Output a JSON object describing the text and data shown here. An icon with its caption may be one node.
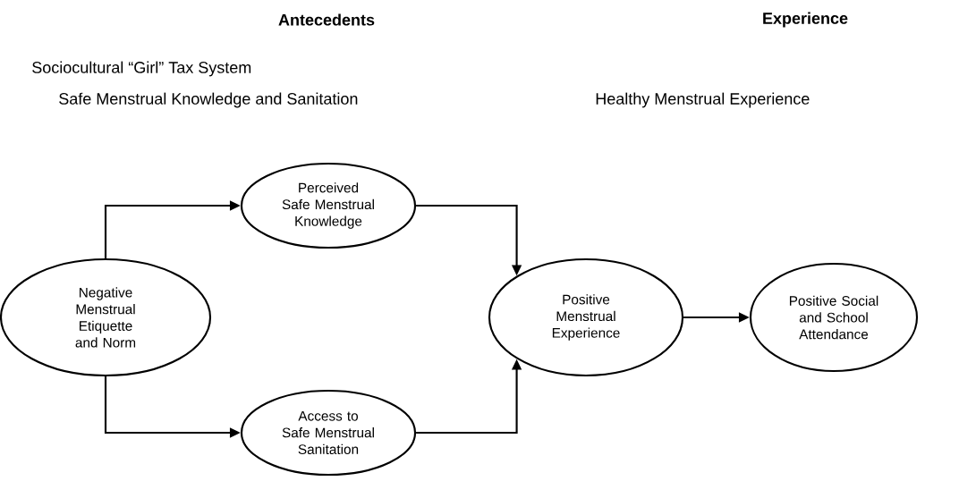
{
  "diagram": {
    "nodes": [
      {
        "text": [
          "Negative Menstrual Etiquette and Norm"
        ]
      },
      {
        "text": [
          "Perceived Safe Menstrual Knowledge"
        ]
      },
      {
        "text": [
          "Access to Safe Menstrual Sanitation"
        ]
      },
      {
        "text": [
          "Positive Menstrual Experience"
        ]
      },
      {
        "text": [
          "Positive Social and School Attendance"
        ]
      }
    ],
    "edges": [
      {
        "from": 0,
        "to": 1,
        "arrow": "to"
      },
      {
        "from": 0,
        "to": 2,
        "arrow": "to"
      },
      {
        "from": 1,
        "to": 3,
        "arrow": "to"
      },
      {
        "from": 2,
        "to": 3,
        "arrow": "to"
      },
      {
        "from": 3,
        "to": 4,
        "arrow": "to"
      }
    ],
    "labels": [
      "Antecedents",
      "Experience",
      "Sociocultural “Girl” Tax System",
      "Safe Menstrual Knowledge and Sanitation",
      "Healthy Menstrual Experience"
    ]
  }
}
